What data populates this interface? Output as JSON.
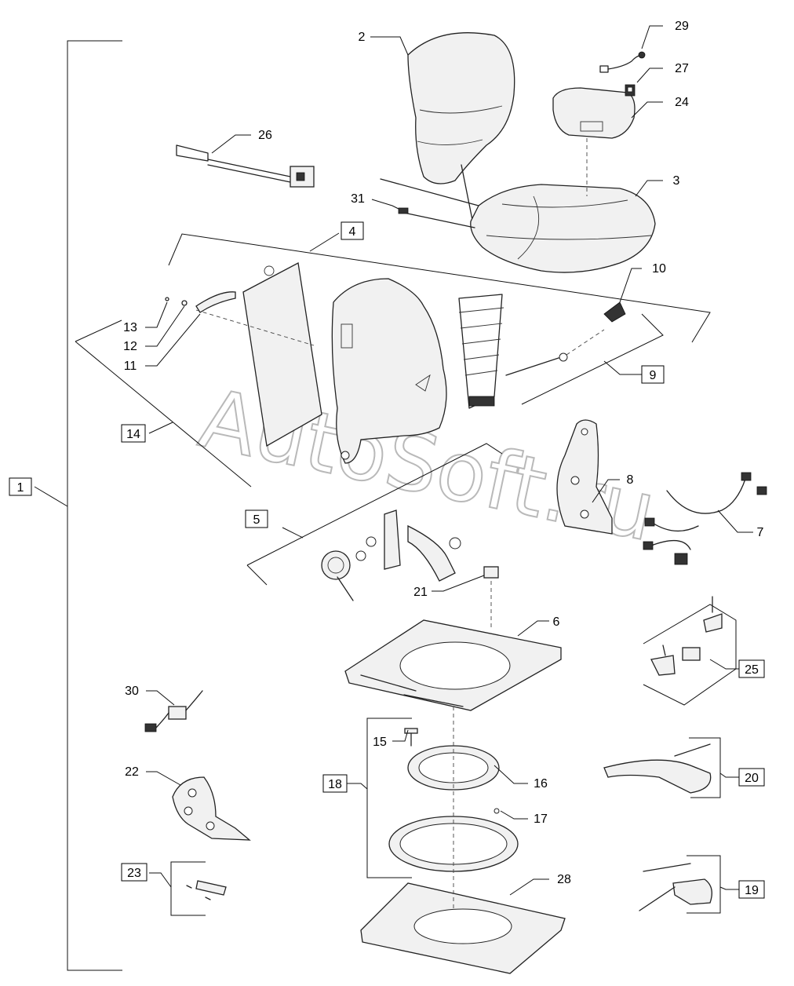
{
  "watermark": "AutoSoft.ru",
  "callouts": [
    {
      "id": "c1",
      "label": "1",
      "boxed": true
    },
    {
      "id": "c2",
      "label": "2",
      "boxed": false
    },
    {
      "id": "c3",
      "label": "3",
      "boxed": false
    },
    {
      "id": "c4",
      "label": "4",
      "boxed": true
    },
    {
      "id": "c5",
      "label": "5",
      "boxed": true
    },
    {
      "id": "c6",
      "label": "6",
      "boxed": false
    },
    {
      "id": "c7",
      "label": "7",
      "boxed": false
    },
    {
      "id": "c8",
      "label": "8",
      "boxed": false
    },
    {
      "id": "c9",
      "label": "9",
      "boxed": true
    },
    {
      "id": "c10",
      "label": "10",
      "boxed": false
    },
    {
      "id": "c11",
      "label": "11",
      "boxed": false
    },
    {
      "id": "c12",
      "label": "12",
      "boxed": false
    },
    {
      "id": "c13",
      "label": "13",
      "boxed": false
    },
    {
      "id": "c14",
      "label": "14",
      "boxed": true
    },
    {
      "id": "c15",
      "label": "15",
      "boxed": false
    },
    {
      "id": "c16",
      "label": "16",
      "boxed": false
    },
    {
      "id": "c17",
      "label": "17",
      "boxed": false
    },
    {
      "id": "c18",
      "label": "18",
      "boxed": true
    },
    {
      "id": "c19",
      "label": "19",
      "boxed": true
    },
    {
      "id": "c20",
      "label": "20",
      "boxed": true
    },
    {
      "id": "c21",
      "label": "21",
      "boxed": false
    },
    {
      "id": "c22",
      "label": "22",
      "boxed": false
    },
    {
      "id": "c23",
      "label": "23",
      "boxed": true
    },
    {
      "id": "c24",
      "label": "24",
      "boxed": false
    },
    {
      "id": "c25",
      "label": "25",
      "boxed": true
    },
    {
      "id": "c26",
      "label": "26",
      "boxed": false
    },
    {
      "id": "c27",
      "label": "27",
      "boxed": false
    },
    {
      "id": "c28",
      "label": "28",
      "boxed": false
    },
    {
      "id": "c29",
      "label": "29",
      "boxed": false
    },
    {
      "id": "c30",
      "label": "30",
      "boxed": false
    },
    {
      "id": "c31",
      "label": "31",
      "boxed": false
    }
  ]
}
